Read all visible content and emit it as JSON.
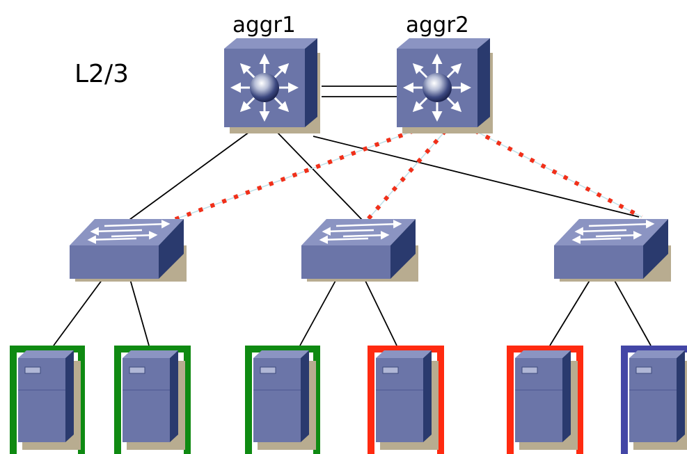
{
  "layer_label": "L2/3",
  "aggregation_switches": [
    {
      "id": "aggr1",
      "label": "aggr1"
    },
    {
      "id": "aggr2",
      "label": "aggr2"
    }
  ],
  "access_switches": [
    {
      "id": "access-1"
    },
    {
      "id": "access-2"
    },
    {
      "id": "access-3"
    }
  ],
  "servers": [
    {
      "id": "server-1",
      "uplink": "access-1",
      "outline": "green"
    },
    {
      "id": "server-2",
      "uplink": "access-1",
      "outline": "green"
    },
    {
      "id": "server-3",
      "uplink": "access-2",
      "outline": "green"
    },
    {
      "id": "server-4",
      "uplink": "access-2",
      "outline": "red"
    },
    {
      "id": "server-5",
      "uplink": "access-3",
      "outline": "red"
    },
    {
      "id": "server-6",
      "uplink": "access-3",
      "outline": "blue"
    }
  ],
  "links": {
    "active": [
      "aggr1-access-1",
      "aggr1-access-2",
      "aggr1-access-3",
      "aggr1-aggr2"
    ],
    "blocked": [
      "aggr2-access-1",
      "aggr2-access-2",
      "aggr2-access-3"
    ]
  },
  "colors": {
    "green": "#0f8a12",
    "red": "#ff2a10",
    "blue": "#4346a6",
    "device": "#6b75a8",
    "device_dark": "#2a3a6e",
    "device_light": "#8b94c2",
    "blocked_dot": "#f0301a",
    "blocked_line": "#bfe0e8"
  }
}
